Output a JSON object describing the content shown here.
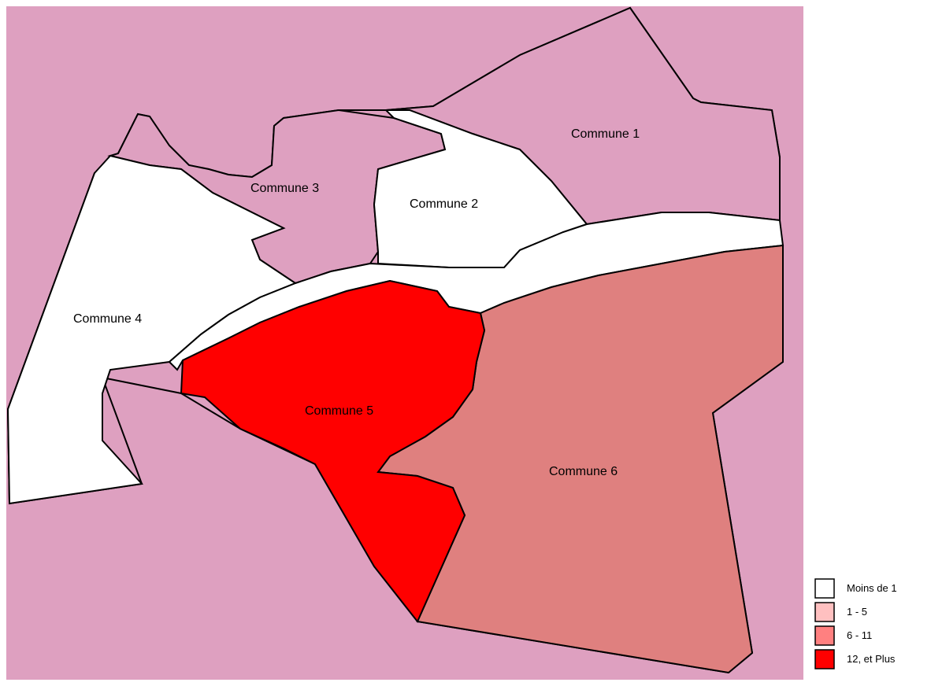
{
  "map": {
    "background_color": "#dea0c0",
    "river_color": "#ffffff",
    "communes": [
      {
        "label": "Commune 1",
        "color": "#dea0c0"
      },
      {
        "label": "Commune 2",
        "color": "#ffffff"
      },
      {
        "label": "Commune 3",
        "color": "#dea0c0"
      },
      {
        "label": "Commune 4",
        "color": "#ffffff"
      },
      {
        "label": "Commune 5",
        "color": "#ff0000"
      },
      {
        "label": "Commune 6",
        "color": "#df807f"
      }
    ]
  },
  "legend": {
    "items": [
      {
        "label": "Moins de 1",
        "color": "#ffffff"
      },
      {
        "label": "1 - 5",
        "color": "#ffc0c0"
      },
      {
        "label": "6 - 11",
        "color": "#ff8080"
      },
      {
        "label": "12, et Plus",
        "color": "#ff0000"
      }
    ]
  }
}
